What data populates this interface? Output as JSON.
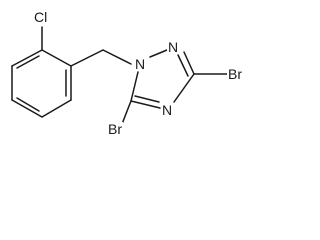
{
  "molecule": {
    "atoms": {
      "cl": "Cl",
      "n1": "N",
      "n2": "N",
      "n4": "N",
      "br3": "Br",
      "br5": "Br"
    },
    "colors": {
      "ink": "#1a1a1a",
      "background": "#ffffff"
    }
  }
}
